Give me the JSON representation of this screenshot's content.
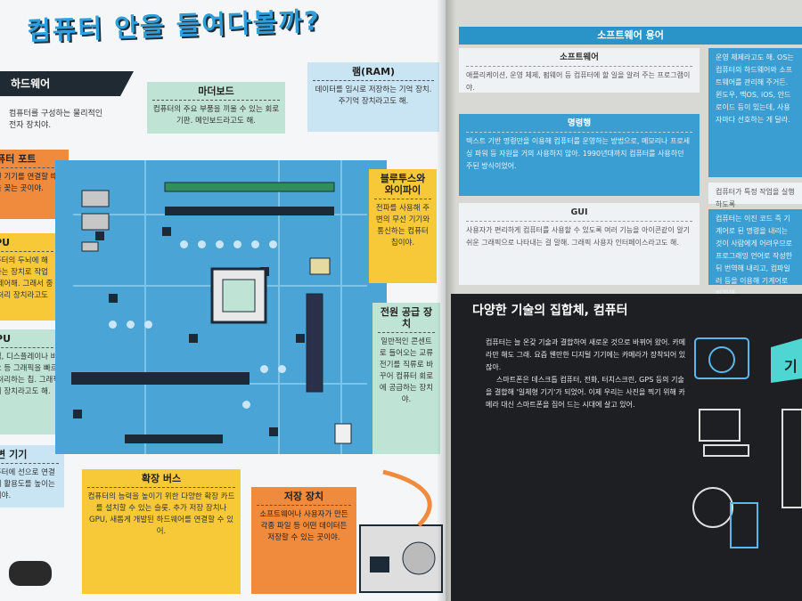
{
  "title": "컴퓨터 안을 들여다볼까?",
  "hardware": {
    "badge": "하드웨어",
    "desc": "컴퓨터를 구성하는 물리적인 전자 장치야."
  },
  "left_edge": {
    "port": {
      "title": "컴퓨터 포트",
      "text": "주변 기기를 연결할 때 선을 꽂는 곳이야."
    },
    "cpu": {
      "title": "CPU",
      "text": "컴퓨터의 두뇌에 해당하는 장치로 작업을 제어해. 그래서 중앙 처리 장치라고도 해."
    },
    "gpu": {
      "title": "GPU",
      "text": "게임, 디스플레이나 비디오 등 그래픽을 빠르게 처리하는 칩. 그래픽 처리 장치라고도 해."
    },
    "peripheral": {
      "title": "주변 기기",
      "text": "컴퓨터에 선으로 연결하여 활용도를 높이는 장치야."
    }
  },
  "motherboard": {
    "title": "마더보드",
    "text": "컴퓨터의 주요 부품을 끼울 수 있는 회로 기판. 메인보드라고도 해."
  },
  "ram": {
    "title": "램(RAM)",
    "text": "데이터를 임시로 저장하는 기억 장치. 주기억 장치라고도 해."
  },
  "bluetooth": {
    "title": "블루투스와 와이파이",
    "text": "전파를 사용해 주변의 무선 기기와 통신하는 컴퓨터 칩이야."
  },
  "power": {
    "title": "전원 공급 장치",
    "text": "일반적인 콘센트로 들어오는 교류 전기를 직류로 바꾸어 컴퓨터 회로에 공급하는 장치야."
  },
  "expansion": {
    "title": "확장 버스",
    "text": "컴퓨터의 능력을 높이기 위한 다양한 확장 카드를 설치할 수 있는 슬롯. 추가 저장 장치나 GPU, 새롭게 개발된 하드웨어를 연결할 수 있어."
  },
  "storage": {
    "title": "저장 장치",
    "text": "소프트웨어나 사용자가 만든 각종 파일 등 어떤 데이터든 저장할 수 있는 곳이야."
  },
  "software": {
    "header": "소프트웨어 용어",
    "sw": {
      "title": "소프트웨어",
      "text": "애플리케이션, 운영 체제, 펌웨어 등 컴퓨터에 할 일을 알려 주는 프로그램이야."
    },
    "cmd": {
      "title": "명령행",
      "text": "텍스트 기반 명령만을 이용해 컴퓨터를 운영하는 방법으로, 메모리나 프로세싱 파워 등 자원을 거의 사용하지 않아. 1990년대까지 컴퓨터를 사용하던 주된 방식이었어."
    },
    "gui": {
      "title": "GUI",
      "text": "사용자가 편리하게 컴퓨터를 사용할 수 있도록 여러 기능을 아이콘같이 알기 쉬운 그래픽으로 나타내는 걸 말해. 그래픽 사용자 인터페이스라고도 해."
    },
    "os": {
      "text": "운영 체제라고도 해. OS는 컴퓨터의 하드웨어와 소프트웨어를 관리해 주거든. 윈도우, 맥OS, iOS, 안드로이드 등이 있는데, 사용자마다 선호하는 게 달라."
    },
    "firmware": {
      "text": "컴퓨터가 특정 작업을 실행하도록"
    },
    "code": {
      "text": "컴퓨터는 이진 코드 즉 기계어로 된 명령을 내리는 것이 사람에게 어려우므로 프로그래밍 언어로 작성한 뒤 번역해 내리고, 컴파일러 등을 이용해 기계어로 변환해."
    }
  },
  "fusion": {
    "header": "다양한 기술의 집합체, 컴퓨터",
    "p1": "컴퓨터는 늘 온갖 기술과 결합하여 새로운 것으로 바뀌어 왔어. 카메라만 해도 그래. 요즘 웬만한 디지털 기기에는 카메라가 장착되어 있잖아.",
    "p2": "스마트폰은 데스크톱 컴퓨터, 전화, 터치스크린, GPS 등의 기술을 결합해 '일체형 기기'가 되었어. 이제 우리는 사진을 찍기 위해 카메라 대신 스마트폰을 집어 드는 시대에 살고 있어.",
    "bubble": "기"
  },
  "colors": {
    "accent": "#2f9fdc",
    "board": "#4aa4d6",
    "yellow": "#f7c938",
    "orange": "#f08a3c",
    "green": "#bfe4d6",
    "dark": "#1d1f22"
  }
}
